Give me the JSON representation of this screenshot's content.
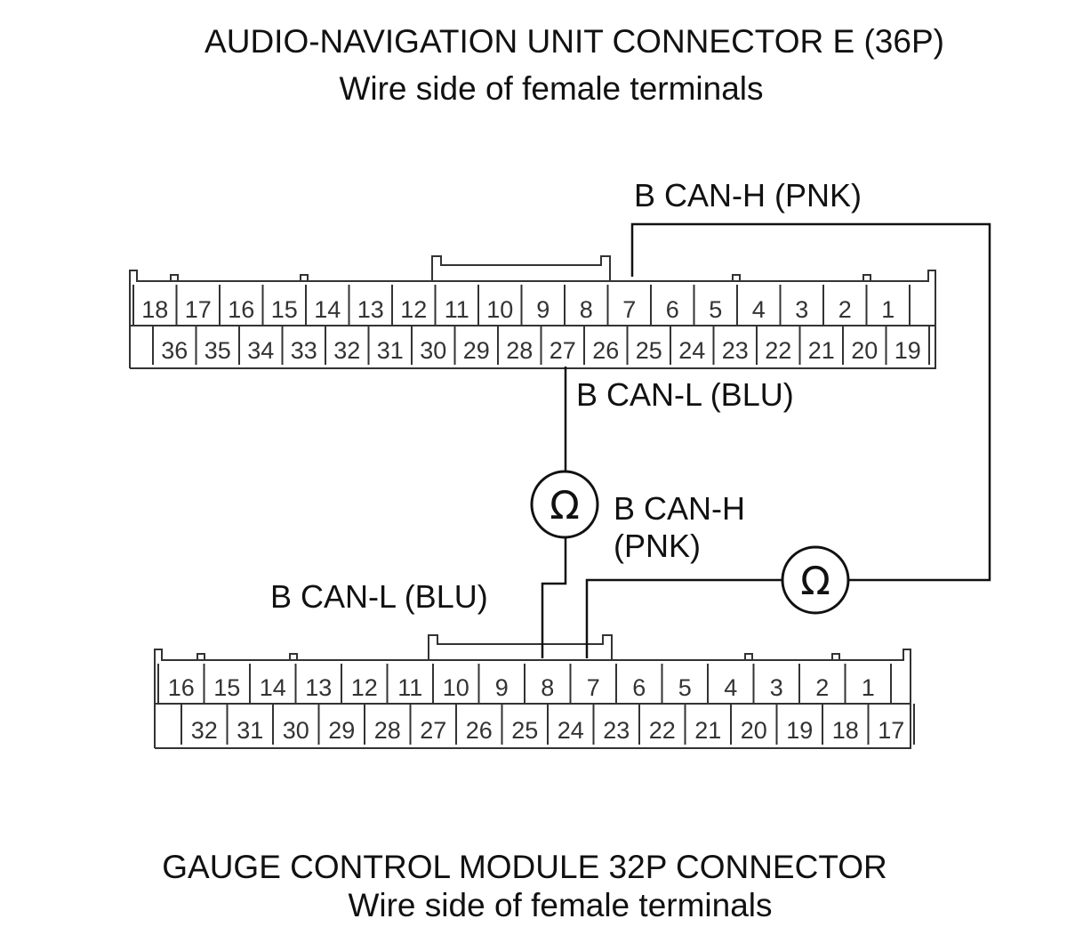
{
  "titles": {
    "top_line1": "AUDIO-NAVIGATION UNIT CONNECTOR E (36P)",
    "top_line2": "Wire side of female terminals",
    "bottom_line1": "GAUGE CONTROL MODULE 32P CONNECTOR",
    "bottom_line2": "Wire side of female terminals"
  },
  "wire_labels": {
    "top_can_h": "B CAN-H (PNK)",
    "top_can_l": "B CAN-L (BLU)",
    "mid_can_h_line1": "B CAN-H",
    "mid_can_h_line2": "(PNK)",
    "bottom_can_l": "B CAN-L (BLU)"
  },
  "meters": {
    "symbol": "Ω",
    "icon": "ohmmeter-icon"
  },
  "connector_top": {
    "row1": [
      "18",
      "17",
      "16",
      "15",
      "14",
      "13",
      "12",
      "11",
      "10",
      "9",
      "8",
      "7",
      "6",
      "5",
      "4",
      "3",
      "2",
      "1"
    ],
    "row2": [
      "36",
      "35",
      "34",
      "33",
      "32",
      "31",
      "30",
      "29",
      "28",
      "27",
      "26",
      "25",
      "24",
      "23",
      "22",
      "21",
      "20",
      "19"
    ]
  },
  "connector_bottom": {
    "row1": [
      "16",
      "15",
      "14",
      "13",
      "12",
      "11",
      "10",
      "9",
      "8",
      "7",
      "6",
      "5",
      "4",
      "3",
      "2",
      "1"
    ],
    "row2": [
      "32",
      "31",
      "30",
      "29",
      "28",
      "27",
      "26",
      "25",
      "24",
      "23",
      "22",
      "21",
      "20",
      "19",
      "18",
      "17"
    ]
  }
}
